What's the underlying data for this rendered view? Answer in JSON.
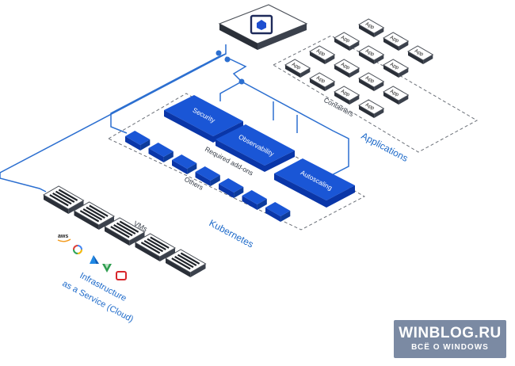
{
  "labels": {
    "applications": "Applications",
    "containers": "Containers",
    "security": "Security",
    "observability": "Observability",
    "autoscaling": "Autoscaling",
    "required_addons": "Required add-ons",
    "others": "Others",
    "kubernetes": "Kubernetes",
    "vms": "VMs",
    "iaas_line1": "Infrastructure",
    "iaas_line2": "as a Service (Cloud)"
  },
  "app_label": "App",
  "app_box_count": 14,
  "other_box_count": 7,
  "vm_count": 5,
  "cloud_providers": [
    "aws-icon",
    "google-cloud-icon",
    "azure-icon",
    "vmware-icon",
    "oracle-cloud-icon"
  ],
  "colors": {
    "accent": "#1c69c9",
    "addon_blue": "#1a56d6",
    "wire": "#2c6fd0"
  },
  "watermark": {
    "title": "WINBLOG.RU",
    "subtitle": "ВСЁ О WINDOWS"
  }
}
